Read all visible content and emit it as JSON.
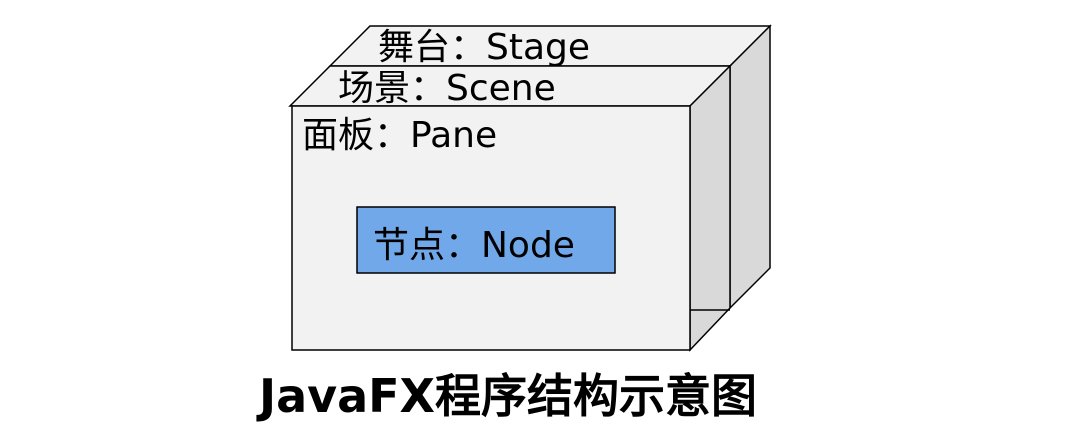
{
  "layers": {
    "stage": "舞台：Stage",
    "scene": "场景：Scene",
    "pane": "面板：Pane",
    "node": "节点：Node"
  },
  "caption": "JavaFX程序结构示意图",
  "colors": {
    "face": "#f2f2f2",
    "side": "#d9d9d9",
    "node_fill": "#71a8ea",
    "stroke": "#000000"
  }
}
